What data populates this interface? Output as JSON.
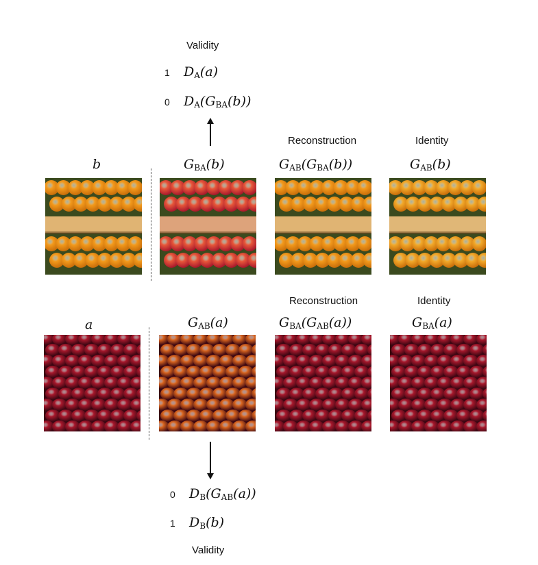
{
  "top_validity": {
    "heading": "Validity",
    "row1": {
      "value": "1",
      "fn": "D",
      "sub": "A",
      "arg": "(a)"
    },
    "row2": {
      "value": "0",
      "fn": "D",
      "sub": "A",
      "mid": "(",
      "fn2": "G",
      "sub2": "BA",
      "arg": "(b))"
    }
  },
  "row_b": {
    "input_label": "b",
    "translated": {
      "fn": "G",
      "sub": "BA",
      "arg": "(b)"
    },
    "reconstruction": {
      "heading": "Reconstruction",
      "fn": "G",
      "sub": "AB",
      "mid": "(",
      "fn2": "G",
      "sub2": "BA",
      "arg": "(b))"
    },
    "identity": {
      "heading": "Identity",
      "fn": "G",
      "sub": "AB",
      "arg": "(b)"
    }
  },
  "row_a": {
    "input_label": "a",
    "translated": {
      "fn": "G",
      "sub": "AB",
      "arg": "(a)"
    },
    "reconstruction": {
      "heading": "Reconstruction",
      "fn": "G",
      "sub": "BA",
      "mid": "(",
      "fn2": "G",
      "sub2": "AB",
      "arg": "(a))"
    },
    "identity": {
      "heading": "Identity",
      "fn": "G",
      "sub": "BA",
      "arg": "(a)"
    }
  },
  "bottom_validity": {
    "heading": "Validity",
    "row1": {
      "value": "0",
      "fn": "D",
      "sub": "B",
      "mid": "(",
      "fn2": "G",
      "sub2": "AB",
      "arg": "(a))"
    },
    "row2": {
      "value": "1",
      "fn": "D",
      "sub": "B",
      "arg": "(b)"
    }
  },
  "colors": {
    "orange": "#f39a1c",
    "orange_dark": "#c96e0a",
    "red_orange": "#e8583a",
    "yellow_orange": "#f2a92a",
    "apple_red": "#a8182c",
    "apple_dark": "#3a0612",
    "apple_orange": "#d8641e",
    "crate": "#e8c79a"
  }
}
